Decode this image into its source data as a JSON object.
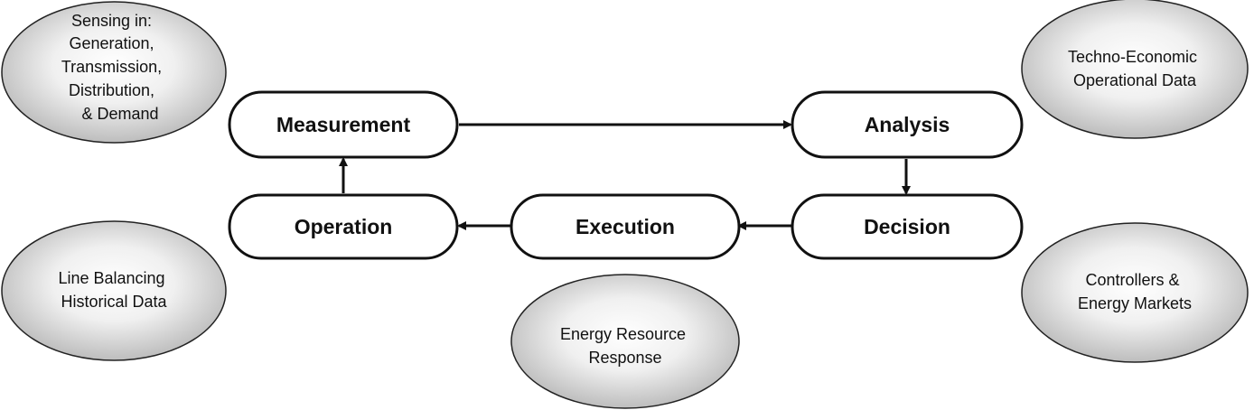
{
  "stages": {
    "measurement": "Measurement",
    "analysis": "Analysis",
    "decision": "Decision",
    "execution": "Execution",
    "operation": "Operation"
  },
  "bubbles": {
    "sensing": [
      "Sensing in:",
      "Generation,",
      "Transmission,",
      "Distribution,",
      "& Demand"
    ],
    "techno": [
      "Techno-Economic",
      "Operational Data"
    ],
    "line_balancing": [
      "Line Balancing",
      "Historical Data"
    ],
    "controllers": [
      "Controllers &",
      "Energy Markets"
    ],
    "energy_resource": [
      "Energy Resource",
      "Response"
    ]
  },
  "colors": {
    "stroke": "#111111",
    "bubble_light": "#ffffff",
    "bubble_dark": "#b4b4b4"
  }
}
